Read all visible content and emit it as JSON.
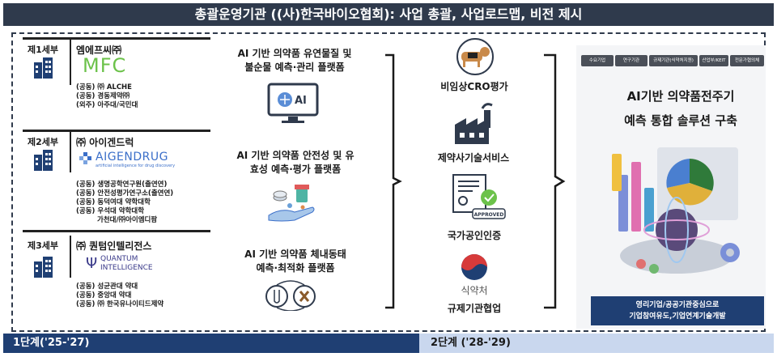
{
  "title": "총괄운영기관 ((사)한국바이오협회): 사업 총괄, 사업로드맵, 비전 제시",
  "subprojects": [
    {
      "label": "제1세부",
      "org": "엠에프씨㈜",
      "logo_text": "MFC",
      "partners": [
        "(공동) ㈜ ALCHE",
        "(공동) 경동제약㈜",
        "(외주) 아주대/국민대"
      ]
    },
    {
      "label": "제2세부",
      "org": "㈜ 아이겐드럭",
      "logo_text": "AIGENDRUG",
      "logo_sub": "artificial intelligence for drug discovery",
      "partners": [
        "(공동) 생명공학연구원(출연연)",
        "(공동) 안전성평가연구소(출연연)",
        "(공동) 동덕여대 약학대학",
        "(공동) 우석대 약학대학",
        "가천대/㈜아이엠디팜"
      ]
    },
    {
      "label": "제3세부",
      "org": "㈜ 퀀텀인텔리전스",
      "logo_text": [
        "QUANTUM",
        "INTELLIGENCE"
      ],
      "partners": [
        "(공동) 성균관대 약대",
        "(공동) 중앙대 약대",
        "(공동) ㈜ 한국유나이티드제약"
      ]
    }
  ],
  "platforms": [
    [
      "AI 기반 의약품 유연물질 및",
      "불순물 예측·관리 플랫폼"
    ],
    [
      "AI 기반 의약품 안전성 및 유",
      "효성 예측·평가 플랫폼"
    ],
    [
      "AI 기반 의약품 체내동태",
      "예측·최적화 플랫폼"
    ]
  ],
  "monitor_text": "AI",
  "services": [
    "비임상CRO평가",
    "제약사기술서비스",
    "국가공인인증",
    "규제기관협업"
  ],
  "approved_text": "APPROVED",
  "mfds_text": "식약처",
  "tags": [
    "수요기업",
    "연구기관",
    "규제기관(식약처지원)",
    "산업부/KEIT",
    "전문가협의체"
  ],
  "solution_title": [
    "AI기반 의약품전주기",
    "예측 통합 솔루션 구축"
  ],
  "solution_note": [
    "영리기업/공공기관중심으로",
    "기업참여유도,기업연계기술개발"
  ],
  "stage1": "1단계('25-'27)",
  "stage2": "2단계 ('28-'29)",
  "colors": {
    "navy": "#1f3f73",
    "dark": "#2f3a4c",
    "light_blue": "#c9d7ee",
    "mfc_green": "#6cc24a",
    "aigen_blue": "#3b6fc9"
  }
}
